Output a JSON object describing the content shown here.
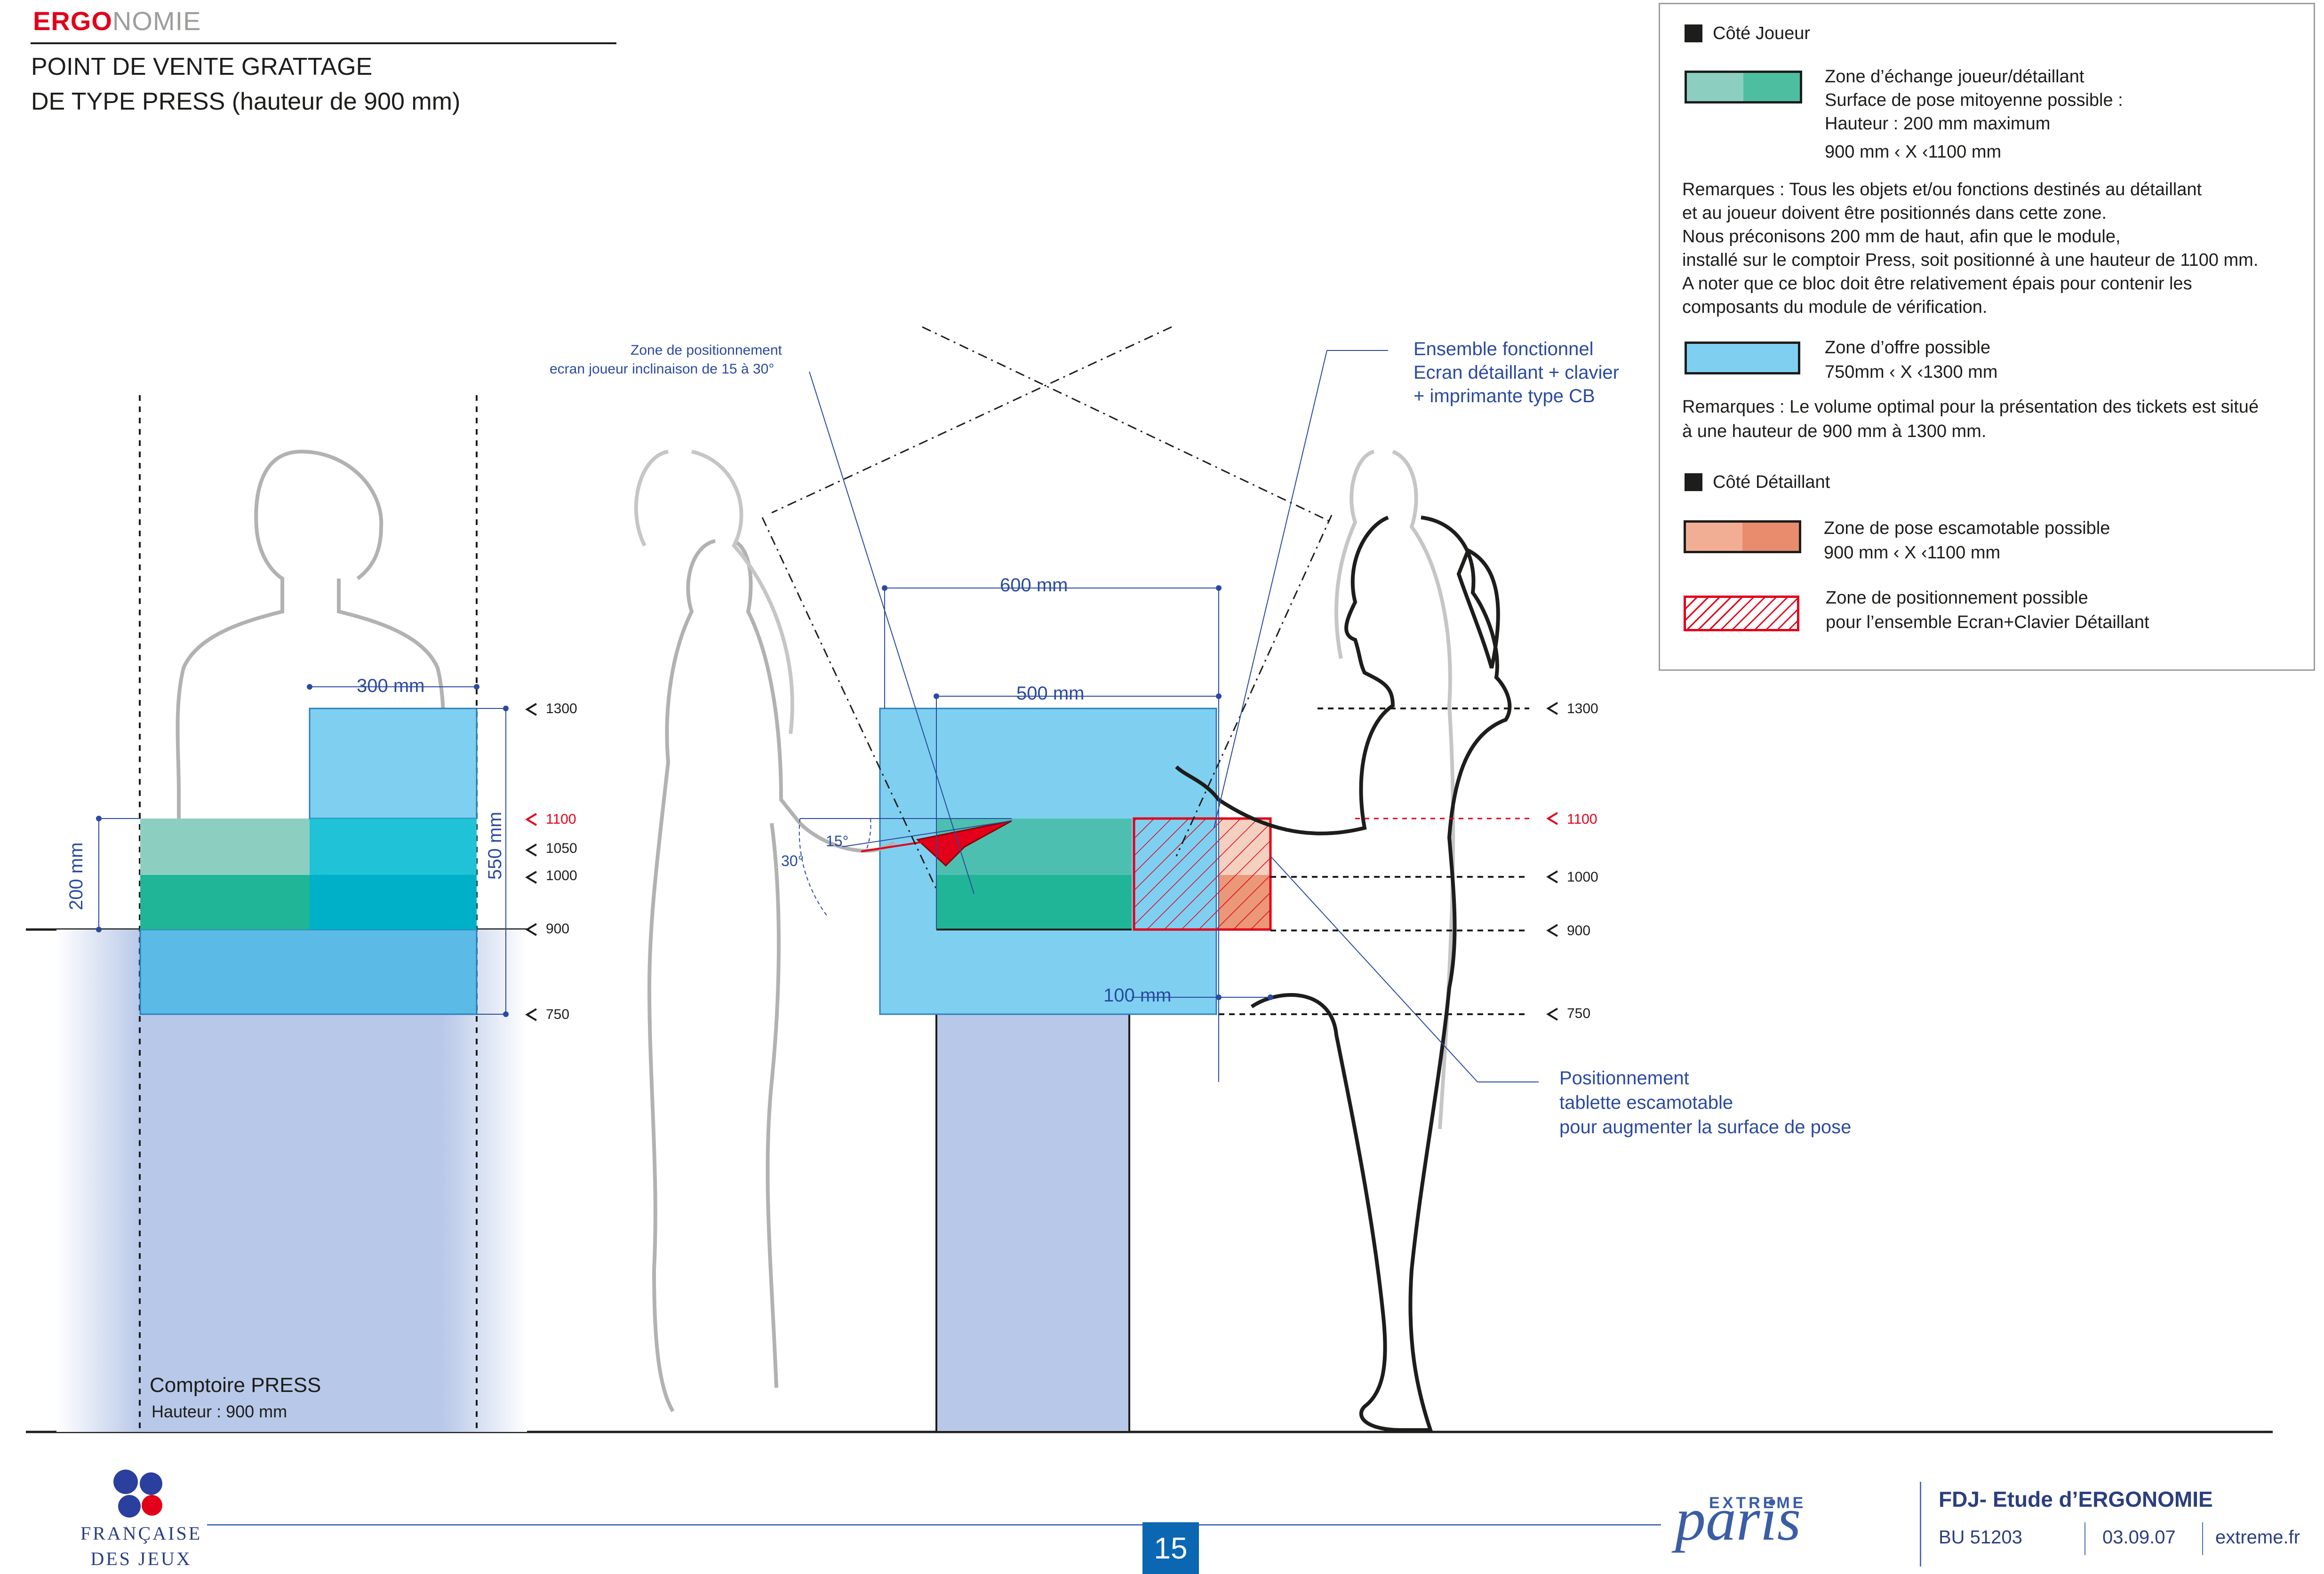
{
  "header": {
    "brand_strong": "ERGO",
    "brand_light": "NOMIE",
    "title_line1": "POINT DE VENTE GRATTAGE",
    "title_line2": "DE TYPE PRESS (hauteur de 900 mm)"
  },
  "legend": {
    "player_side": "Côté Joueur",
    "exchange_zone": {
      "line1": "Zone d’échange joueur/détaillant",
      "line2": "Surface de pose mitoyenne possible :",
      "line3": "Hauteur : 200 mm maximum",
      "range": "900 mm ‹ X ‹1100 mm"
    },
    "remarks1": [
      "Remarques :  Tous les objets et/ou fonctions  destinés au détaillant",
      " et au joueur doivent être positionnés dans cette zone.",
      "Nous préconisons 200 mm de haut, afin que le module,",
      "installé sur le comptoir Press,  soit positionné à une hauteur de 1100 mm.",
      "A  noter que ce bloc doit être relativement épais pour contenir les",
      "composants du module de vérification."
    ],
    "offer_zone": {
      "line1": "Zone d’offre possible",
      "range": "750mm ‹  X  ‹1300 mm"
    },
    "remarks2": [
      "Remarques :  Le volume optimal pour la présentation des tickets est situé",
      "à une hauteur de 900 mm à 1300 mm."
    ],
    "retailer_side": "Côté Détaillant",
    "retractable_zone": {
      "line1": "Zone de pose escamotable possible",
      "range": "900 mm ‹  X ‹1100 mm"
    },
    "screen_zone": {
      "line1": "Zone de positionnement possible",
      "line2": "pour l’ensemble Ecran+Clavier Détaillant"
    }
  },
  "diagram": {
    "left_dims": {
      "width_300": "300 mm",
      "height_200": "200 mm",
      "height_550": "550 mm"
    },
    "left_levels": [
      "1300",
      "1100",
      "1050",
      "1000",
      "900",
      "750"
    ],
    "right_levels": [
      "1300",
      "1100",
      "1000",
      "900",
      "750"
    ],
    "counter_label": "Comptoire PRESS",
    "counter_height": "Hauteur : 900 mm",
    "dim_600": "600 mm",
    "dim_500": "500 mm",
    "dim_100": "100 mm",
    "angle_15": "15°",
    "angle_30": "30°",
    "annot_screen_line1": "Zone de positionnement",
    "annot_screen_line2": "ecran joueur inclinaison de 15 à 30°",
    "annot_ensemble_line1": "Ensemble fonctionnel",
    "annot_ensemble_line2": "Ecran détaillant + clavier",
    "annot_ensemble_line3": "+ imprimante type CB",
    "annot_tablette_line1": "Positionnement",
    "annot_tablette_line2": "tablette escamotable",
    "annot_tablette_line3": "pour augmenter la surface de pose"
  },
  "footer": {
    "fdj_line1": "FRANÇAISE",
    "fdj_line2": "DES JEUX",
    "page_number": "15",
    "extreme": "EXTREME",
    "paris": "paris",
    "study_title": "FDJ-  Etude d’ERGONOMIE",
    "bu": "BU  51203",
    "date": "03.09.07",
    "site": "extreme.fr"
  },
  "colors": {
    "teal_light": "#8ccfc0",
    "teal": "#1fb596",
    "blue_zone": "#7fd0f0",
    "counter_blue": "#b8c8e8",
    "salmon": "#eb9878",
    "red": "#e2001a",
    "navy_text": "#2b4aa0"
  }
}
